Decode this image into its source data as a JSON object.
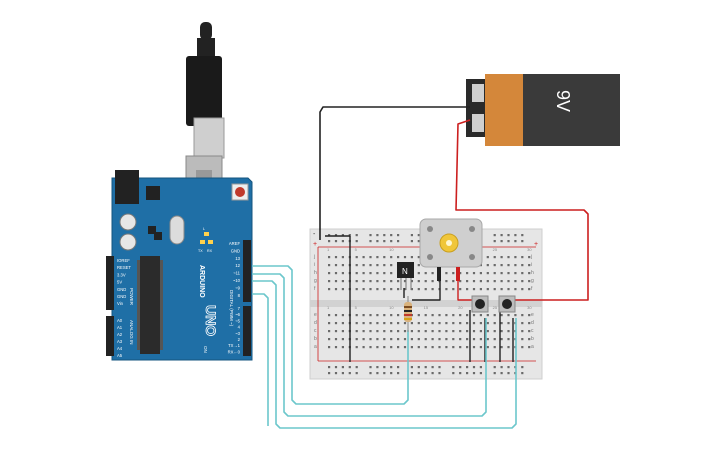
{
  "battery": {
    "label": "9V"
  },
  "arduino": {
    "brand": "ARDUINO",
    "model": "UNO",
    "power_header": [
      "IOREF",
      "RESET",
      "3.3V",
      "5V",
      "GND",
      "GND",
      "Vin"
    ],
    "analog_header": [
      "A0",
      "A1",
      "A2",
      "A3",
      "A4",
      "A5"
    ],
    "power_label": "POWER",
    "analog_label": "ANALOG IN",
    "digital_top": [
      "AREF",
      "GND",
      "13",
      "12",
      "~11",
      "~10",
      "~9",
      "8"
    ],
    "digital_bottom": [
      "7",
      "~6",
      "~5",
      "4",
      "~3",
      "2",
      "TX→1",
      "RX←0"
    ],
    "digital_label": "DIGITAL (PWM ~)",
    "led_labels": [
      "TX",
      "RX",
      "L"
    ],
    "on_label": "ON"
  },
  "breadboard": {
    "col_numbers": [
      "1",
      "5",
      "10",
      "15",
      "20",
      "25",
      "30"
    ],
    "row_letters_top": [
      "j",
      "i",
      "h",
      "g",
      "f"
    ],
    "row_letters_bottom": [
      "e",
      "d",
      "c",
      "b",
      "a"
    ],
    "rail_plus": "+",
    "rail_minus": "-"
  },
  "transistor": {
    "label": "N"
  },
  "colors": {
    "arduino_blue": "#1f6fa6",
    "wire_black": "#222222",
    "wire_red": "#cc1f1f",
    "wire_teal": "#6cc7cc",
    "battery_body": "#3a3a3a",
    "battery_top": "#d4873a"
  }
}
